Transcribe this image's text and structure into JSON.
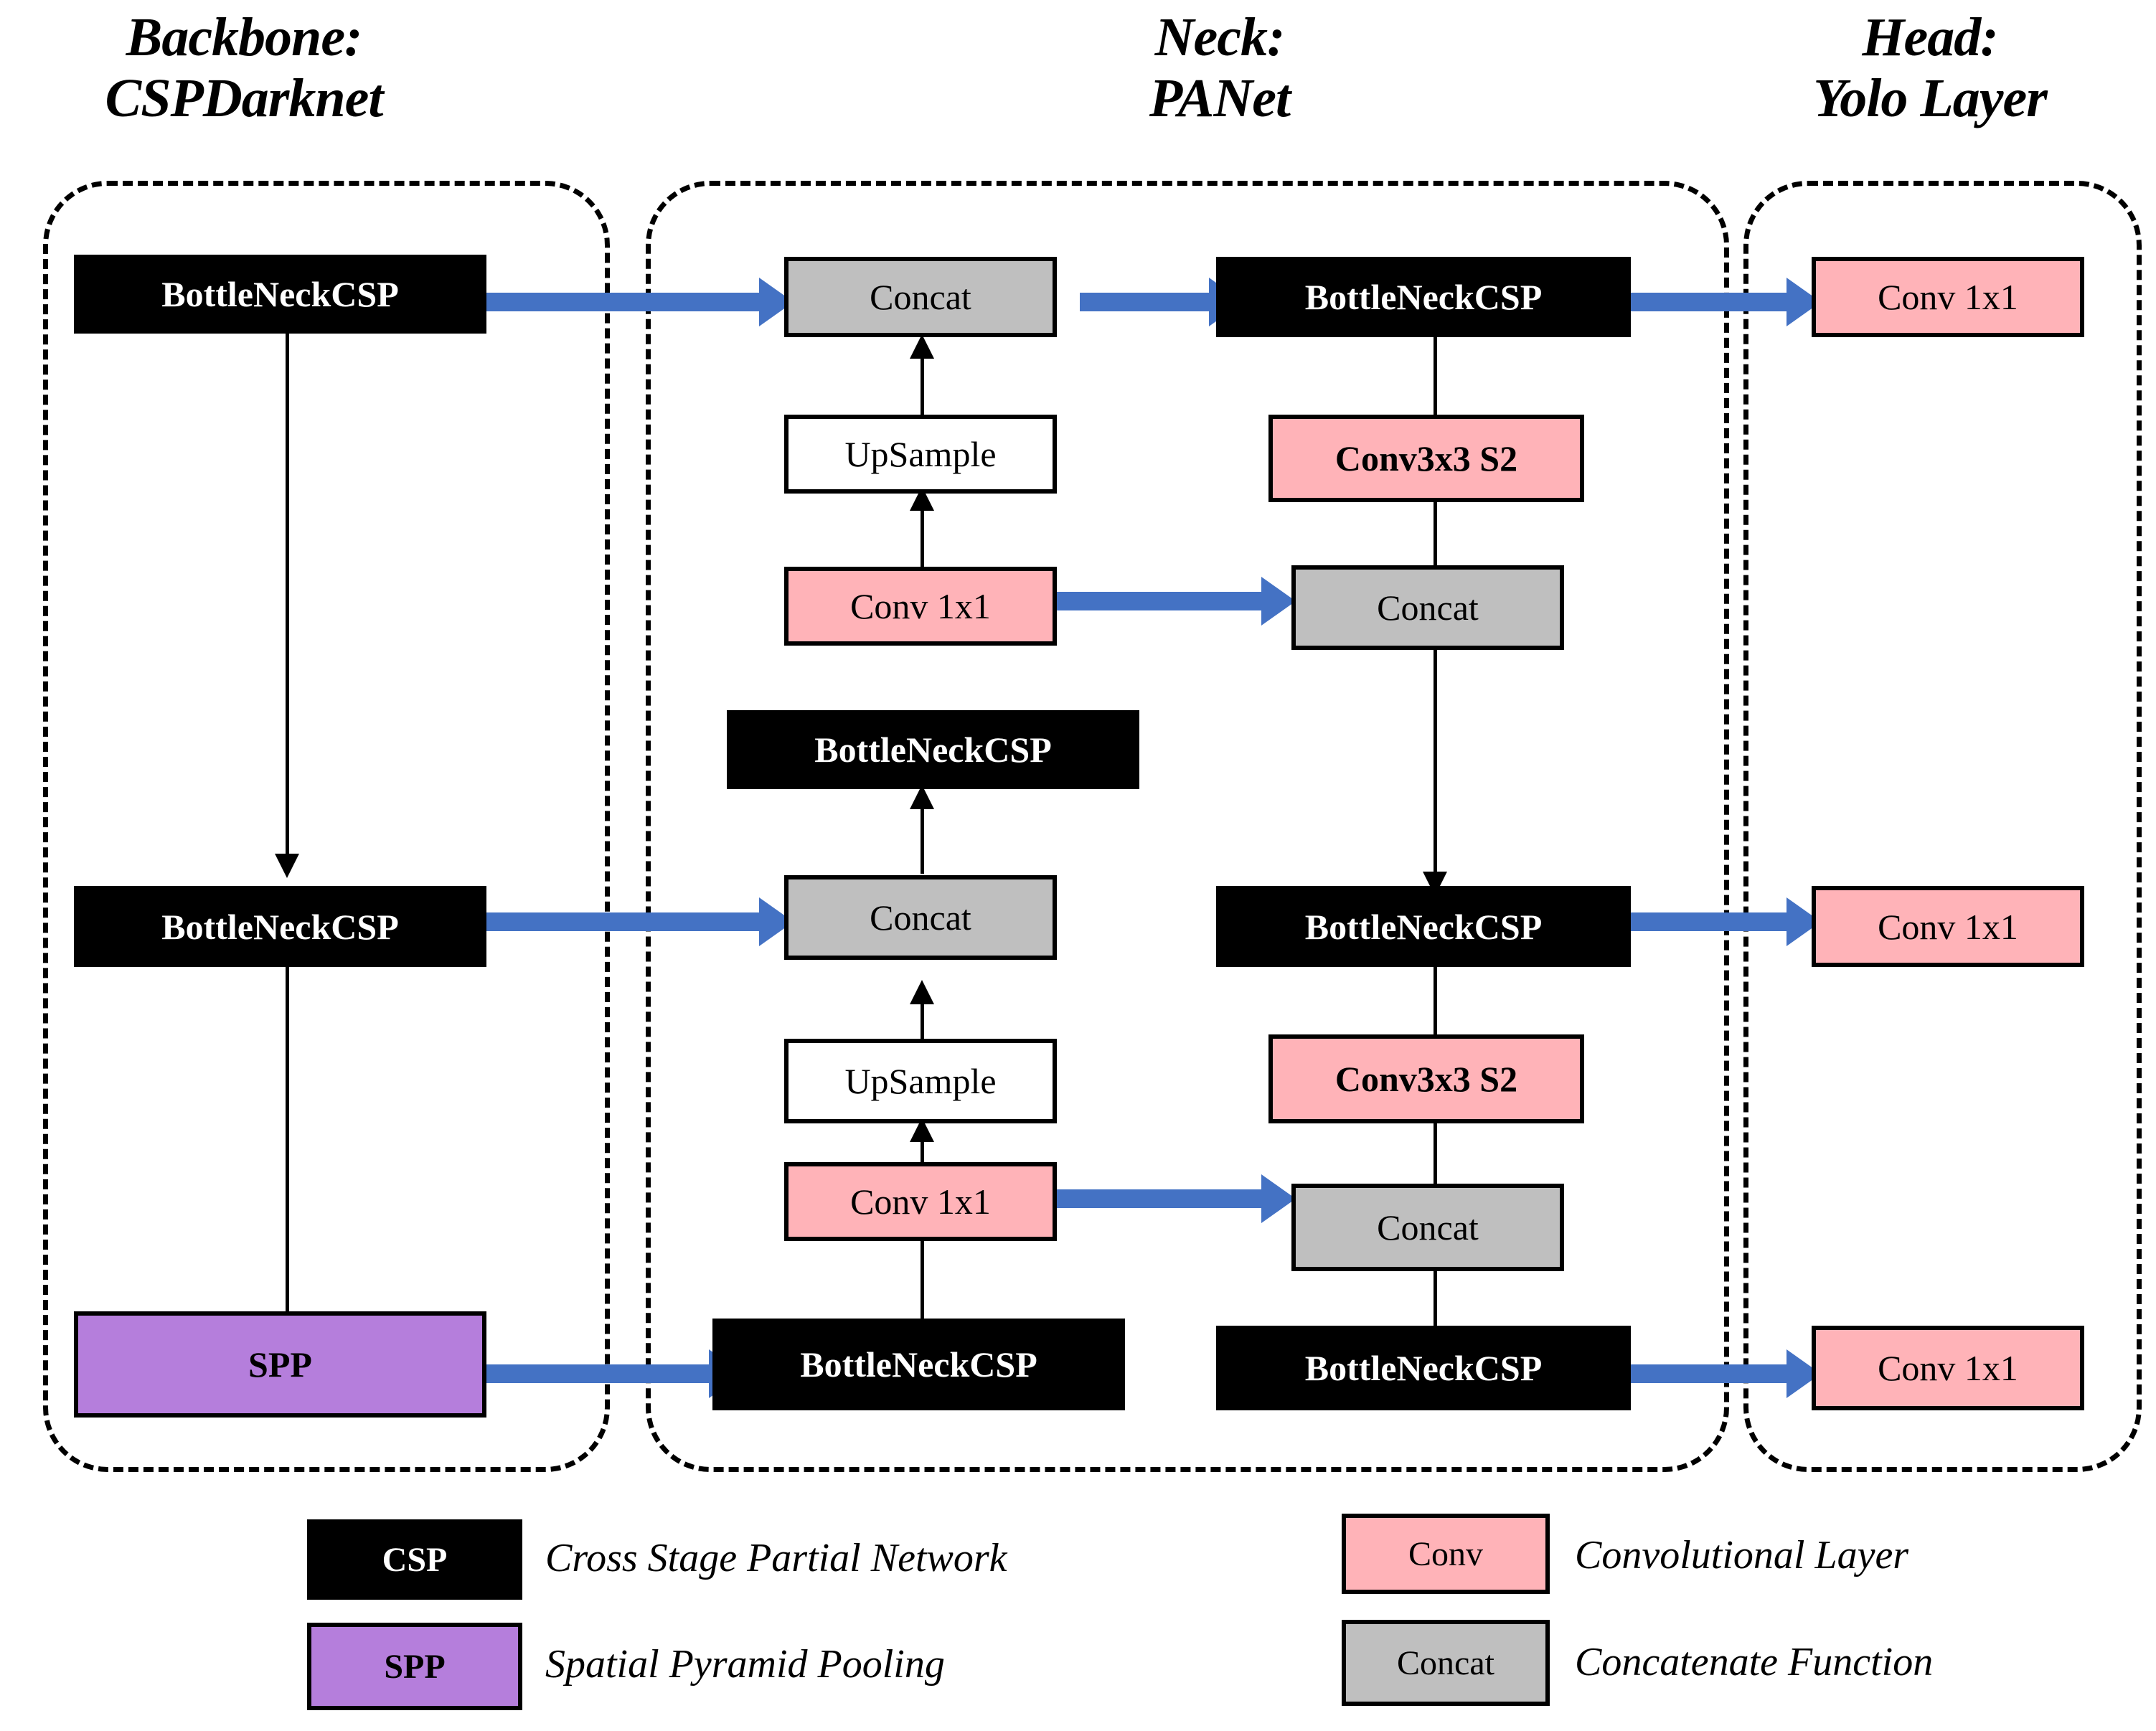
{
  "diagram": {
    "title_backbone": "Backbone:\nCSPDarknet",
    "title_neck": "Neck:\nPANet",
    "title_head": "Head:\nYolo Layer",
    "labels": {
      "bottleneckcsp": "BottleNeckCSP",
      "spp": "SPP",
      "concat": "Concat",
      "upsample": "UpSample",
      "conv1x1": "Conv 1x1",
      "conv3x3s2": "Conv3x3 S2"
    },
    "backbone_nodes": [
      {
        "label": "BottleNeckCSP",
        "type": "csp"
      },
      {
        "label": "BottleNeckCSP",
        "type": "csp"
      },
      {
        "label": "SPP",
        "type": "spp"
      }
    ],
    "neck_nodes": [
      {
        "label": "Concat",
        "type": "concat"
      },
      {
        "label": "UpSample",
        "type": "upsample"
      },
      {
        "label": "Conv 1x1",
        "type": "conv"
      },
      {
        "label": "BottleNeckCSP",
        "type": "csp"
      },
      {
        "label": "Concat",
        "type": "concat"
      },
      {
        "label": "UpSample",
        "type": "upsample"
      },
      {
        "label": "Conv 1x1",
        "type": "conv"
      },
      {
        "label": "BottleNeckCSP",
        "type": "csp"
      },
      {
        "label": "BottleNeckCSP",
        "type": "csp"
      },
      {
        "label": "Conv3x3 S2",
        "type": "conv"
      },
      {
        "label": "Concat",
        "type": "concat"
      },
      {
        "label": "BottleNeckCSP",
        "type": "csp"
      },
      {
        "label": "Conv3x3 S2",
        "type": "conv"
      },
      {
        "label": "Concat",
        "type": "concat"
      },
      {
        "label": "BottleNeckCSP",
        "type": "csp"
      }
    ],
    "head_nodes": [
      {
        "label": "Conv 1x1",
        "type": "conv"
      },
      {
        "label": "Conv 1x1",
        "type": "conv"
      },
      {
        "label": "Conv 1x1",
        "type": "conv"
      }
    ]
  },
  "legend": [
    {
      "chip": "CSP",
      "text": "Cross Stage Partial Network"
    },
    {
      "chip": "SPP",
      "text": "Spatial Pyramid Pooling"
    },
    {
      "chip": "Conv",
      "text": "Convolutional Layer"
    },
    {
      "chip": "Concat",
      "text": "Concatenate Function"
    }
  ],
  "colors": {
    "csp_fill": "#000000",
    "spp_fill": "#B57EDC",
    "conv_fill": "#FFB3B8",
    "concat_fill": "#BFBFBF",
    "upsample_fill": "#FFFFFF",
    "arrow_blue": "#4472C4",
    "line_black": "#000000",
    "background": "#FFFFFF"
  }
}
